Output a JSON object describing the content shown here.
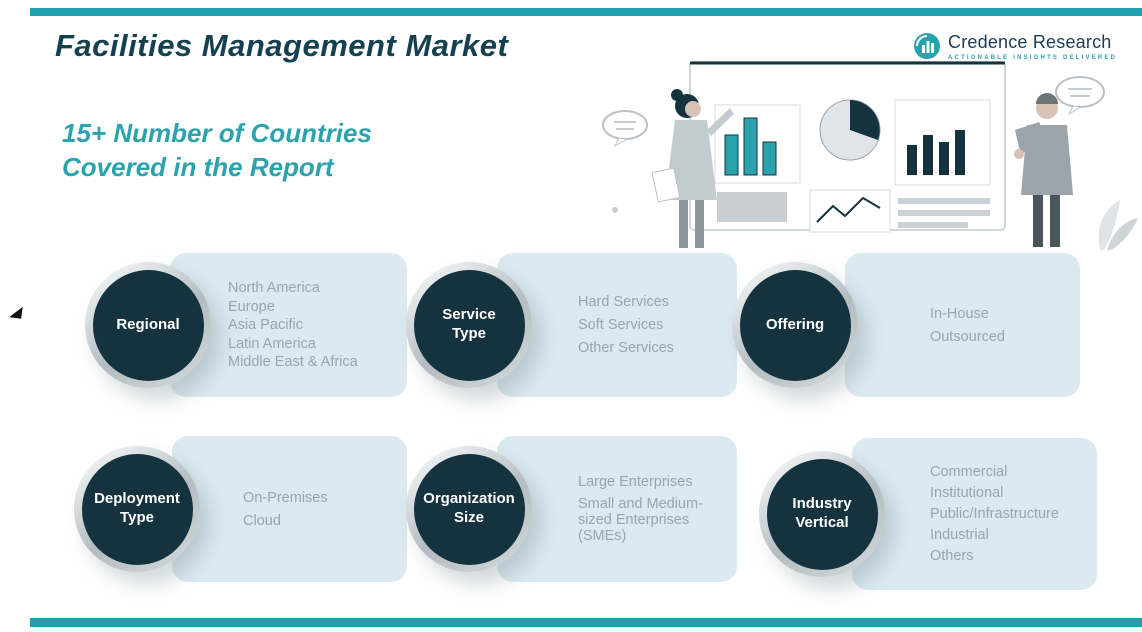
{
  "header": {
    "title": "Facilities Management Market",
    "subtitle_line1": "15+ Number of Countries",
    "subtitle_line2": "Covered in the Report"
  },
  "logo": {
    "name": "Credence Research",
    "tagline": "Actionable Insights Delivered"
  },
  "groups": [
    {
      "label": "Regional",
      "items": [
        "North America",
        "Europe",
        "Asia Pacific",
        "Latin America",
        "Middle East & Africa"
      ]
    },
    {
      "label": "Service Type",
      "items": [
        "Hard Services",
        "Soft Services",
        "Other Services"
      ]
    },
    {
      "label": "Offering",
      "items": [
        "In-House",
        "Outsourced"
      ]
    },
    {
      "label": "Deployment Type",
      "items": [
        "On-Premises",
        "Cloud"
      ]
    },
    {
      "label": "Organization Size",
      "items": [
        "Large Enterprises",
        "Small and Medium-sized Enterprises (SMEs)"
      ]
    },
    {
      "label": "Industry Vertical",
      "items": [
        "Commercial",
        "Institutional",
        "Public/Infrastructure",
        "Industrial",
        "Others"
      ]
    }
  ],
  "colors": {
    "accent_teal": "#1fa1ad",
    "dark_circle": "#14333f",
    "panel_blue": "#dbe9f1",
    "title_text": "#14404f",
    "subtitle_text": "#2ba3ad",
    "item_text": "#9aa4ab"
  }
}
